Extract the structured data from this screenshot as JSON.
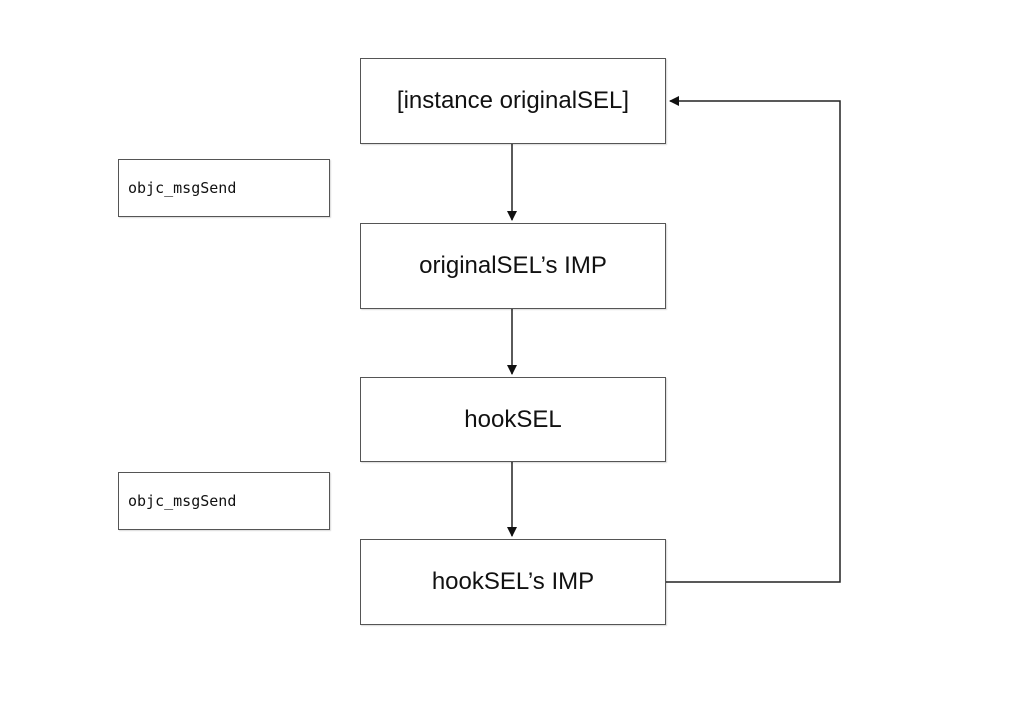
{
  "nodes": {
    "instance_original_sel": "[instance originalSEL]",
    "original_sel_imp": "originalSEL’s IMP",
    "hook_sel": "hookSEL",
    "hook_sel_imp": "hookSEL’s IMP"
  },
  "notes": {
    "msg_send_1": "objc_msgSend",
    "msg_send_2": "objc_msgSend"
  },
  "colors": {
    "stroke": "#555555",
    "arrow": "#111111",
    "text": "#111111"
  }
}
